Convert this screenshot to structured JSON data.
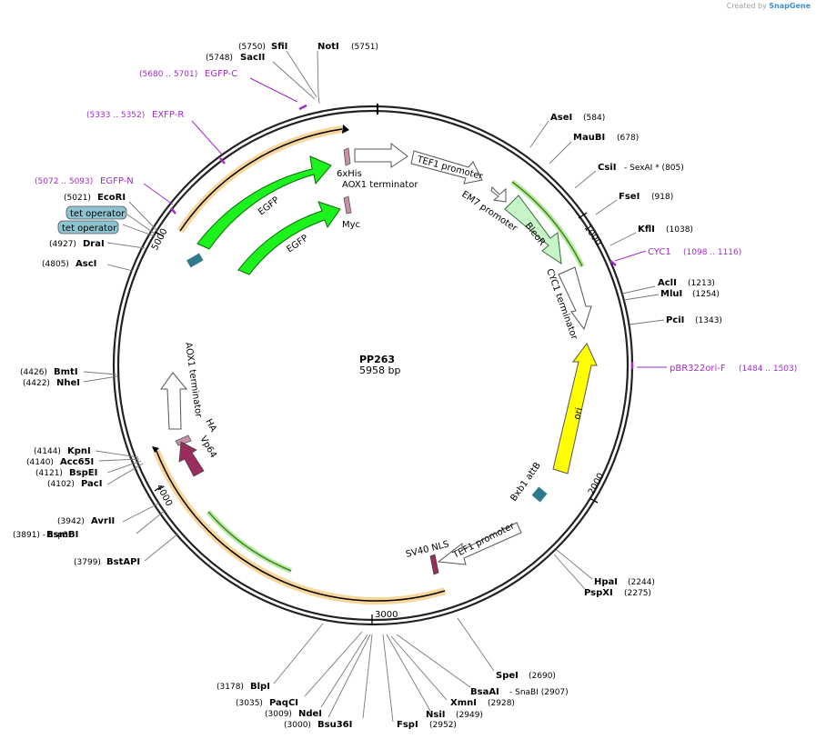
{
  "credit": {
    "prefix": "Created by",
    "brand": "SnapGene"
  },
  "plasmid": {
    "name": "PP263",
    "length_label": "5958 bp",
    "length": 5958
  },
  "ticks": [
    "1000",
    "2000",
    "3000",
    "4000",
    "5000"
  ],
  "enzymes": [
    {
      "name": "NotI",
      "pos": "(5751)"
    },
    {
      "name": "SfiI",
      "pos": "(5750)"
    },
    {
      "name": "SacII",
      "pos": "(5748)"
    },
    {
      "name": "AseI",
      "pos": "(584)"
    },
    {
      "name": "MauBI",
      "pos": "(678)"
    },
    {
      "name": "CsiI",
      "pos": "- SexAI * (805)"
    },
    {
      "name": "FseI",
      "pos": "(918)"
    },
    {
      "name": "KflI",
      "pos": "(1038)"
    },
    {
      "name": "AclI",
      "pos": "(1213)"
    },
    {
      "name": "MluI",
      "pos": "(1254)"
    },
    {
      "name": "PciI",
      "pos": "(1343)"
    },
    {
      "name": "HpaI",
      "pos": "(2244)"
    },
    {
      "name": "PspXI",
      "pos": "(2275)"
    },
    {
      "name": "SpeI",
      "pos": "(2690)"
    },
    {
      "name": "BsaAI",
      "pos": "- SnaBI (2907)"
    },
    {
      "name": "XmnI",
      "pos": "(2928)"
    },
    {
      "name": "NsiI",
      "pos": "(2949)"
    },
    {
      "name": "FspI",
      "pos": "(2952)"
    },
    {
      "name": "Bsu36I",
      "pos": "(3000)"
    },
    {
      "name": "NdeI",
      "pos": "(3009)"
    },
    {
      "name": "PaqCI",
      "pos": "(3035)"
    },
    {
      "name": "BlpI",
      "pos": "(3178)"
    },
    {
      "name": "BstAPI",
      "pos": "(3799)"
    },
    {
      "name": "BsmBI",
      "pos": "(3891) - Esp3I"
    },
    {
      "name": "AvrII",
      "pos": "(3942)"
    },
    {
      "name": "PacI",
      "pos": "(4102)"
    },
    {
      "name": "BspEI",
      "pos": "(4121)"
    },
    {
      "name": "Acc65I",
      "pos": "(4140)"
    },
    {
      "name": "KpnI",
      "pos": "(4144)"
    },
    {
      "name": "NheI",
      "pos": "(4422)"
    },
    {
      "name": "BmtI",
      "pos": "(4426)"
    },
    {
      "name": "AscI",
      "pos": "(4805)"
    },
    {
      "name": "DraI",
      "pos": "(4927)"
    },
    {
      "name": "EcoRI",
      "pos": "(5021)"
    }
  ],
  "primers": [
    {
      "name": "EGFP-C",
      "range": "(5680 .. 5701)"
    },
    {
      "name": "EXFP-R",
      "range": "(5333 .. 5352)"
    },
    {
      "name": "EGFP-N",
      "range": "(5072 .. 5093)"
    },
    {
      "name": "CYC1",
      "range": "(1098 .. 1116)"
    },
    {
      "name": "pBR322ori-F",
      "range": "(1484 .. 1503)"
    }
  ],
  "boxed_labels": [
    "tet operator",
    "tet operator"
  ],
  "features": [
    {
      "label": "6xHis"
    },
    {
      "label": "AOX1 terminator"
    },
    {
      "label": "TEF1 promoter"
    },
    {
      "label": "EM7 promoter"
    },
    {
      "label": "BleoR"
    },
    {
      "label": "CYC1 terminator"
    },
    {
      "label": "ori"
    },
    {
      "label": "Bxb1 attB"
    },
    {
      "label": "TEF1 promoter"
    },
    {
      "label": "SV40 NLS"
    },
    {
      "label": "EGFP"
    },
    {
      "label": "EGFP"
    },
    {
      "label": "Myc"
    },
    {
      "label": "AOX1 terminator"
    },
    {
      "label": "HA"
    },
    {
      "label": "Vp64"
    }
  ],
  "colors": {
    "egfp": "#1cf21c",
    "ori": "#ffff00",
    "bleor": "#c8f5c8",
    "primer": "#a02cc8",
    "attb": "#2e7a8c",
    "vp64": "#9b2d5e",
    "tag": "#c890a8",
    "tet": "#8ec4d0",
    "orf_glow": "#f5c878"
  }
}
